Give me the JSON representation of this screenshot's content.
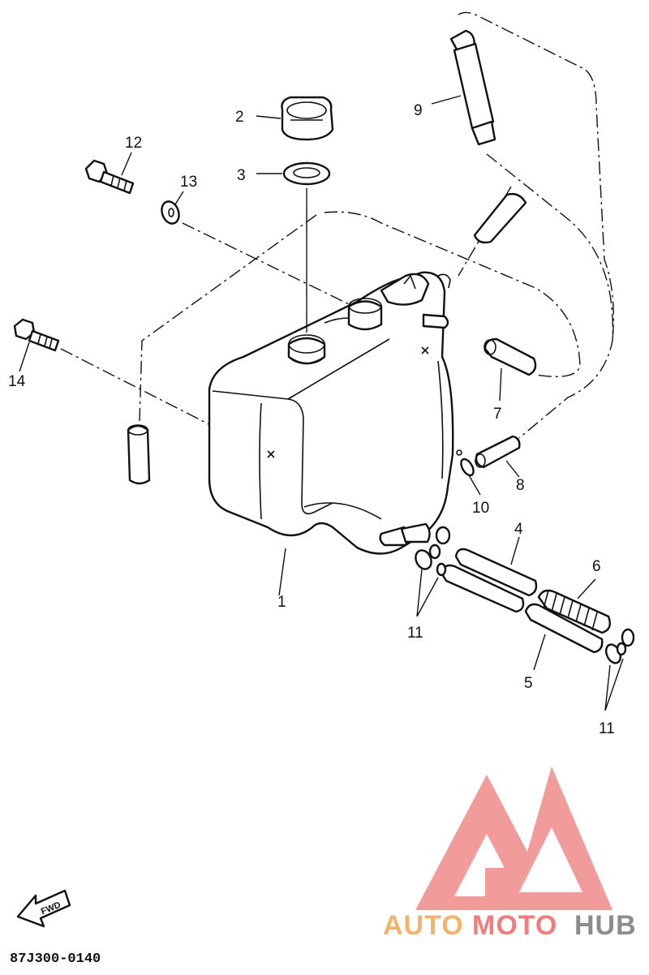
{
  "diagram": {
    "callouts": [
      {
        "id": "1",
        "label": "1"
      },
      {
        "id": "2",
        "label": "2"
      },
      {
        "id": "3",
        "label": "3"
      },
      {
        "id": "4",
        "label": "4"
      },
      {
        "id": "5",
        "label": "5"
      },
      {
        "id": "6",
        "label": "6"
      },
      {
        "id": "7",
        "label": "7"
      },
      {
        "id": "8",
        "label": "8"
      },
      {
        "id": "9",
        "label": "9"
      },
      {
        "id": "10",
        "label": "10"
      },
      {
        "id": "11a",
        "label": "11"
      },
      {
        "id": "11b",
        "label": "11"
      },
      {
        "id": "12",
        "label": "12"
      },
      {
        "id": "13",
        "label": "13"
      },
      {
        "id": "14",
        "label": "14"
      }
    ],
    "fwd_label": "FWD",
    "drawing_code": "87J300-0140"
  },
  "watermark": {
    "brand_part1": "AUTO",
    "brand_part2": "MOTO",
    "brand_part3": "HUB",
    "colors": {
      "logo_red": "#f08a8a",
      "auto_orange": "#f5b26b",
      "moto_red": "#f07c7c",
      "hub_gray": "#8c8c8c"
    }
  }
}
